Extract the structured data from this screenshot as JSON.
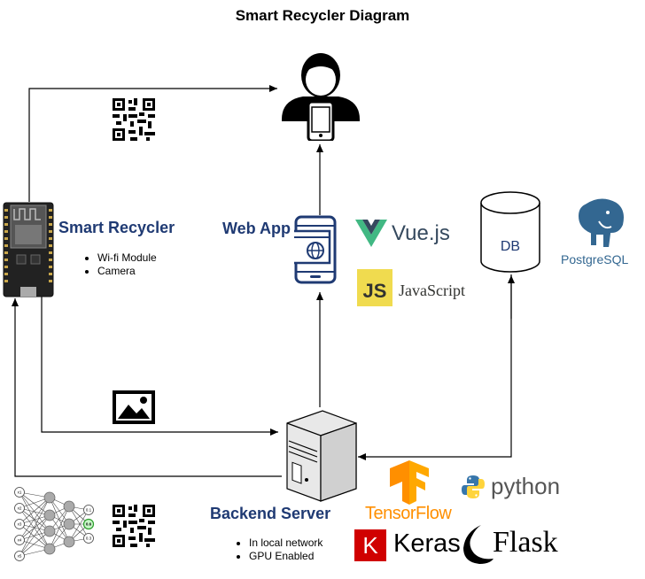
{
  "title": "Smart Recycler Diagram",
  "nodes": {
    "smart_recycler": {
      "label": "Smart Recycler",
      "features": [
        "Wi-fi Module",
        "Camera"
      ]
    },
    "web_app": {
      "label": "Web App"
    },
    "db": {
      "label": "DB"
    },
    "backend_server": {
      "label": "Backend Server",
      "features": [
        "In local network",
        "GPU Enabled"
      ]
    }
  },
  "logos": {
    "vue": "Vue.js",
    "javascript": "JavaScript",
    "javascript_badge": "JS",
    "postgres": "PostgreSQL",
    "tensorflow": "TensorFlow",
    "python": "python",
    "keras": "Keras",
    "keras_badge": "K",
    "flask": "Flask"
  },
  "neural_net": {
    "inputs": [
      "x1",
      "x2",
      "x3",
      "x4",
      "x5"
    ],
    "outputs": [
      "0.1",
      "0.6",
      "0.3"
    ]
  },
  "colors": {
    "label": "#1f3a73",
    "arrow": "#000000",
    "vue_green": "#41b883",
    "vue_dark": "#35495e",
    "js_yellow": "#f0db4f",
    "postgres_blue": "#336791",
    "tensorflow_orange": "#ff8f00",
    "keras_red": "#d00000",
    "python_blue": "#3776ab",
    "python_yellow": "#ffd43b"
  }
}
